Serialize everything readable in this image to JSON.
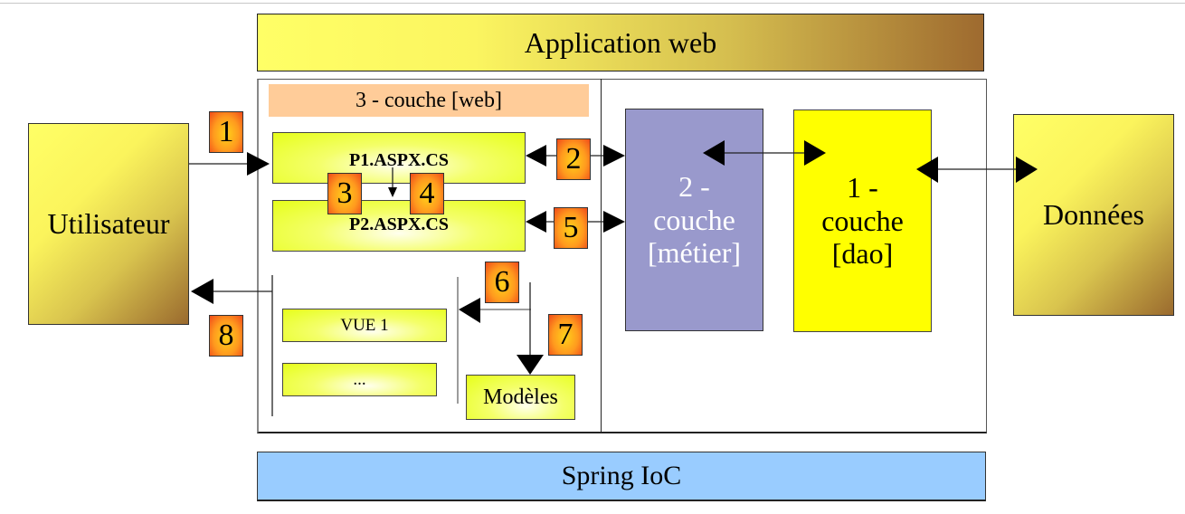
{
  "diagram": {
    "title": "Application web",
    "framework": "Spring IoC",
    "actors": {
      "user": "Utilisateur",
      "data_store": "Données"
    },
    "layers": {
      "web": "3 - couche [web]",
      "metier": "2 - couche [métier]",
      "dao": "1 - couche [dao]"
    },
    "web_components": {
      "pages": [
        "P1.ASPX.CS",
        "P2.ASPX.CS"
      ],
      "views": [
        "VUE 1",
        "..."
      ],
      "models": "Modèles"
    },
    "steps": [
      "1",
      "2",
      "3",
      "4",
      "5",
      "6",
      "7",
      "8"
    ],
    "colors": {
      "web_layer": "#ffcc99",
      "metier_layer": "#9999cc",
      "dao_layer": "#ffff00",
      "spring": "#99ccff",
      "step_badge": "#ff8c1a"
    }
  }
}
